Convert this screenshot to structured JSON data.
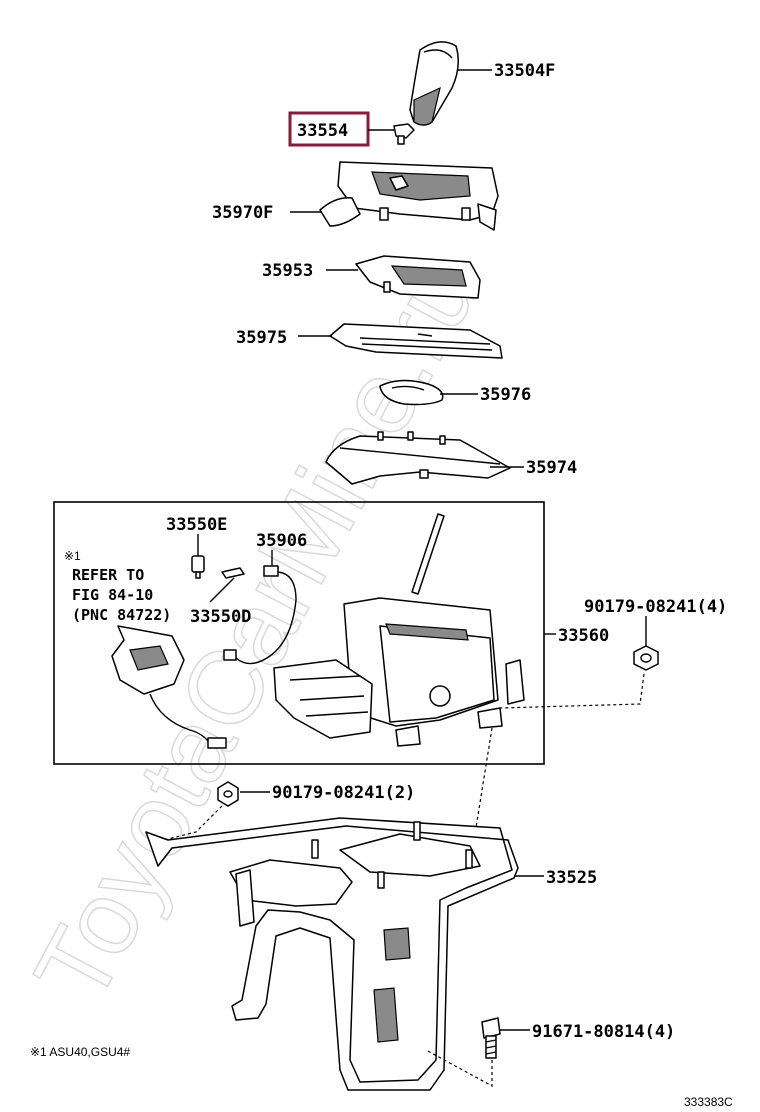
{
  "watermark": "ToyotaCarMine.ru",
  "highlight_color": "#8b1a3a",
  "parts": {
    "p33504F": "33504F",
    "p33554": "33554",
    "p35970F": "35970F",
    "p35953": "35953",
    "p35975": "35975",
    "p35976": "35976",
    "p35974": "35974",
    "p33550E": "33550E",
    "p35906": "35906",
    "p33550D": "33550D",
    "p33560": "33560",
    "p90179_4": "90179-08241(4)",
    "p90179_2": "90179-08241(2)",
    "p33525": "33525",
    "p91671": "91671-80814(4)"
  },
  "refer_note": {
    "mark": "※1",
    "line1": "REFER TO",
    "line2": "FIG 84-10",
    "line3": "(PNC 84722)"
  },
  "footnote": "※1 ASU40,GSU4#",
  "diagram_code": "333383C"
}
